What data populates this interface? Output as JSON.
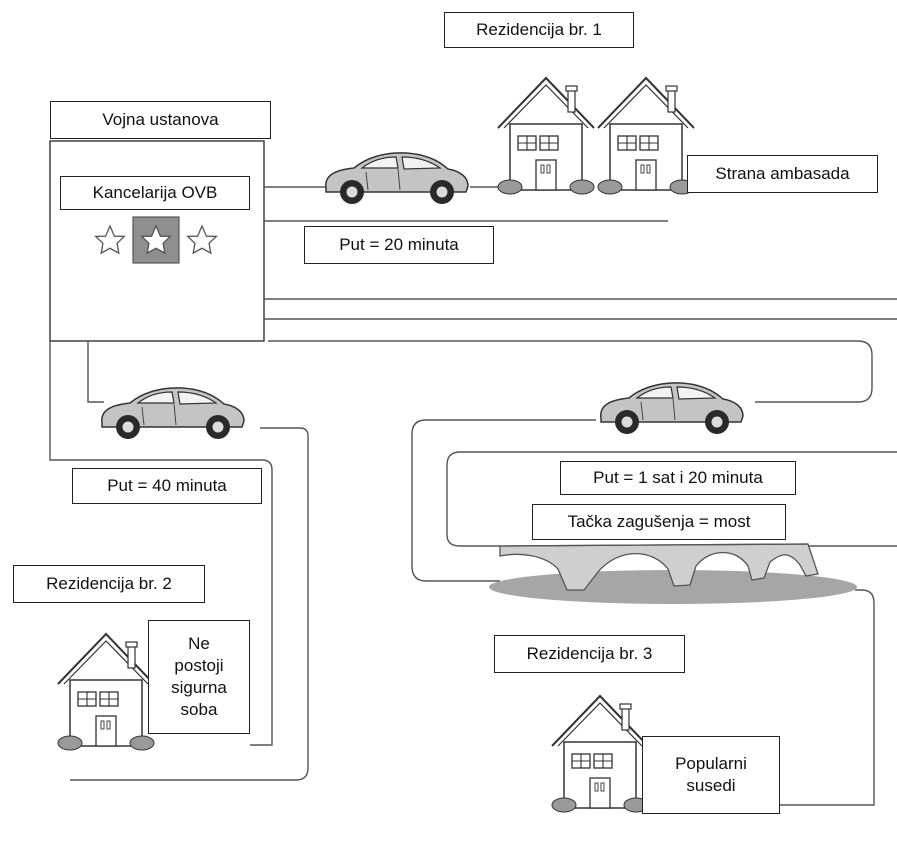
{
  "labels": {
    "residence_1": "Rezidencija br. 1",
    "military_facility": "Vojna ustanova",
    "office": "Kancelarija OVB",
    "foreign_embassy": "Strana ambasada",
    "route_20": "Put = 20 minuta",
    "route_40": "Put = 40 minuta",
    "route_80": "Put = 1 sat i 20 minuta",
    "chokepoint": "Tačka zagušenja = most",
    "residence_2": "Rezidencija br. 2",
    "no_safe_room": "Ne\npostoji\nsigurna\nsoba",
    "residence_3": "Rezidencija br. 3",
    "popular_neighbors": "Popularni\nsusedi"
  },
  "icons": [
    "house-icon",
    "car-icon",
    "star-icon",
    "bridge-icon"
  ],
  "colors": {
    "line": "#555555",
    "car_body": "#bdbdbd",
    "bridge": "#c8c8c8",
    "shadow": "#a6a6a6",
    "highlight_star_bg": "#8f8f8f"
  }
}
